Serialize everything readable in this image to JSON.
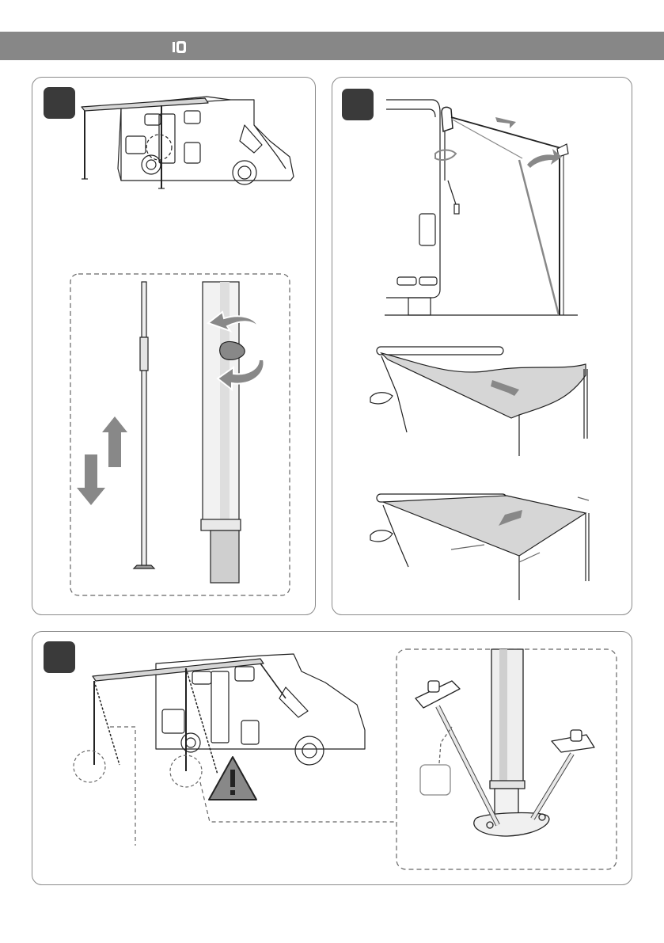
{
  "header": {
    "icon": "awning-manual-icon",
    "color": "#878787"
  },
  "panels": [
    {
      "step_badge": "",
      "illustration": "motorhome-awning-legs-extended",
      "detail": "telescopic-leg-adjust-knob"
    },
    {
      "step_badge": "",
      "illustration": "awning-crank-unroll-and-tension"
    },
    {
      "step_badge": "",
      "illustration": "awning-legs-anchored-to-ground",
      "detail": "ground-peg-foot-plate",
      "detail_tag": ""
    }
  ],
  "colors": {
    "badge": "#3a3a3a",
    "frame": "#8a8a8a",
    "ink": "#222222",
    "fabric": "#d6d6d6",
    "arrow": "#888888"
  }
}
